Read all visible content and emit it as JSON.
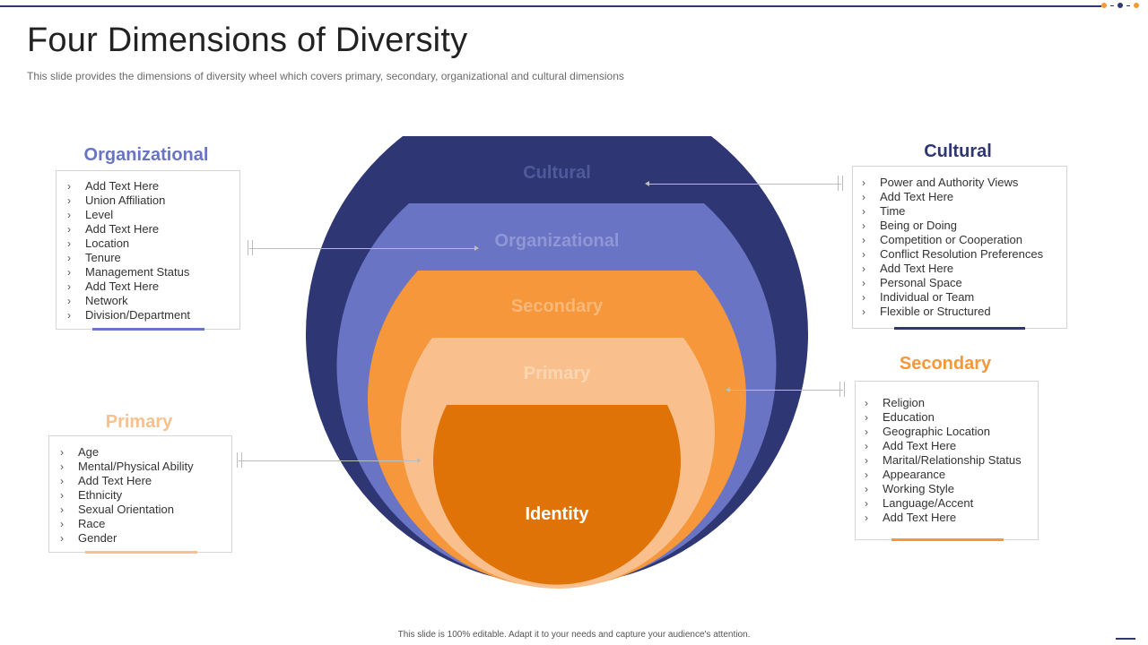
{
  "slide": {
    "title": "Four Dimensions of Diversity",
    "subtitle": "This slide provides the dimensions of diversity wheel which covers primary, secondary, organizational and cultural dimensions",
    "footer": "This slide is 100% editable. Adapt it to your needs and capture your audience's attention."
  },
  "colors": {
    "cultural": "#2e3774",
    "organizational": "#6a74c4",
    "secondary": "#f5973a",
    "primary": "#f9c08d",
    "identity": "#e07308",
    "dot_orange": "#f39a33",
    "dot_navy": "#2e3774"
  },
  "wheel": {
    "cultural_label": "Cultural",
    "organizational_label": "Organizational",
    "secondary_label": "Secondary",
    "primary_label": "Primary",
    "identity_label": "Identity"
  },
  "panels": {
    "organizational": {
      "title": "Organizational",
      "items": [
        "Add Text Here",
        "Union Affiliation",
        "Level",
        "Add Text Here",
        "Location",
        "Tenure",
        "Management Status",
        "Add Text Here",
        "Network",
        "Division/Department"
      ]
    },
    "primary": {
      "title": "Primary",
      "items": [
        "Age",
        "Mental/Physical Ability",
        "Add Text Here",
        "Ethnicity",
        "Sexual Orientation",
        "Race",
        "Gender"
      ]
    },
    "cultural": {
      "title": "Cultural",
      "items": [
        "Power and Authority Views",
        "Add Text Here",
        "Time",
        "Being or Doing",
        "Competition or Cooperation",
        "Conflict Resolution Preferences",
        "Add Text Here",
        "Personal Space",
        "Individual  or Team",
        "Flexible or Structured"
      ]
    },
    "secondary": {
      "title": "Secondary",
      "items": [
        "Religion",
        "Education",
        "Geographic Location",
        "Add Text Here",
        "Marital/Relationship Status",
        "Appearance",
        "Working Style",
        "Language/Accent",
        "Add Text Here"
      ]
    }
  }
}
